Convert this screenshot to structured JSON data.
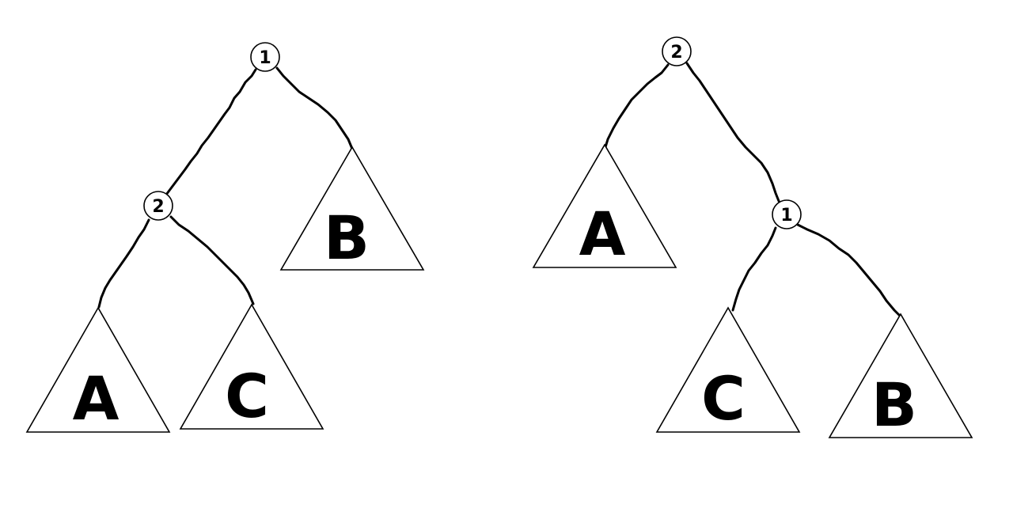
{
  "left_tree": {
    "root_node": "1",
    "inner_node": "2",
    "subtree_a": "A",
    "subtree_b": "B",
    "subtree_c": "C"
  },
  "right_tree": {
    "root_node": "2",
    "inner_node": "1",
    "subtree_a": "A",
    "subtree_b": "B",
    "subtree_c": "C"
  },
  "colors": {
    "ink": "#000000",
    "background": "#ffffff"
  }
}
